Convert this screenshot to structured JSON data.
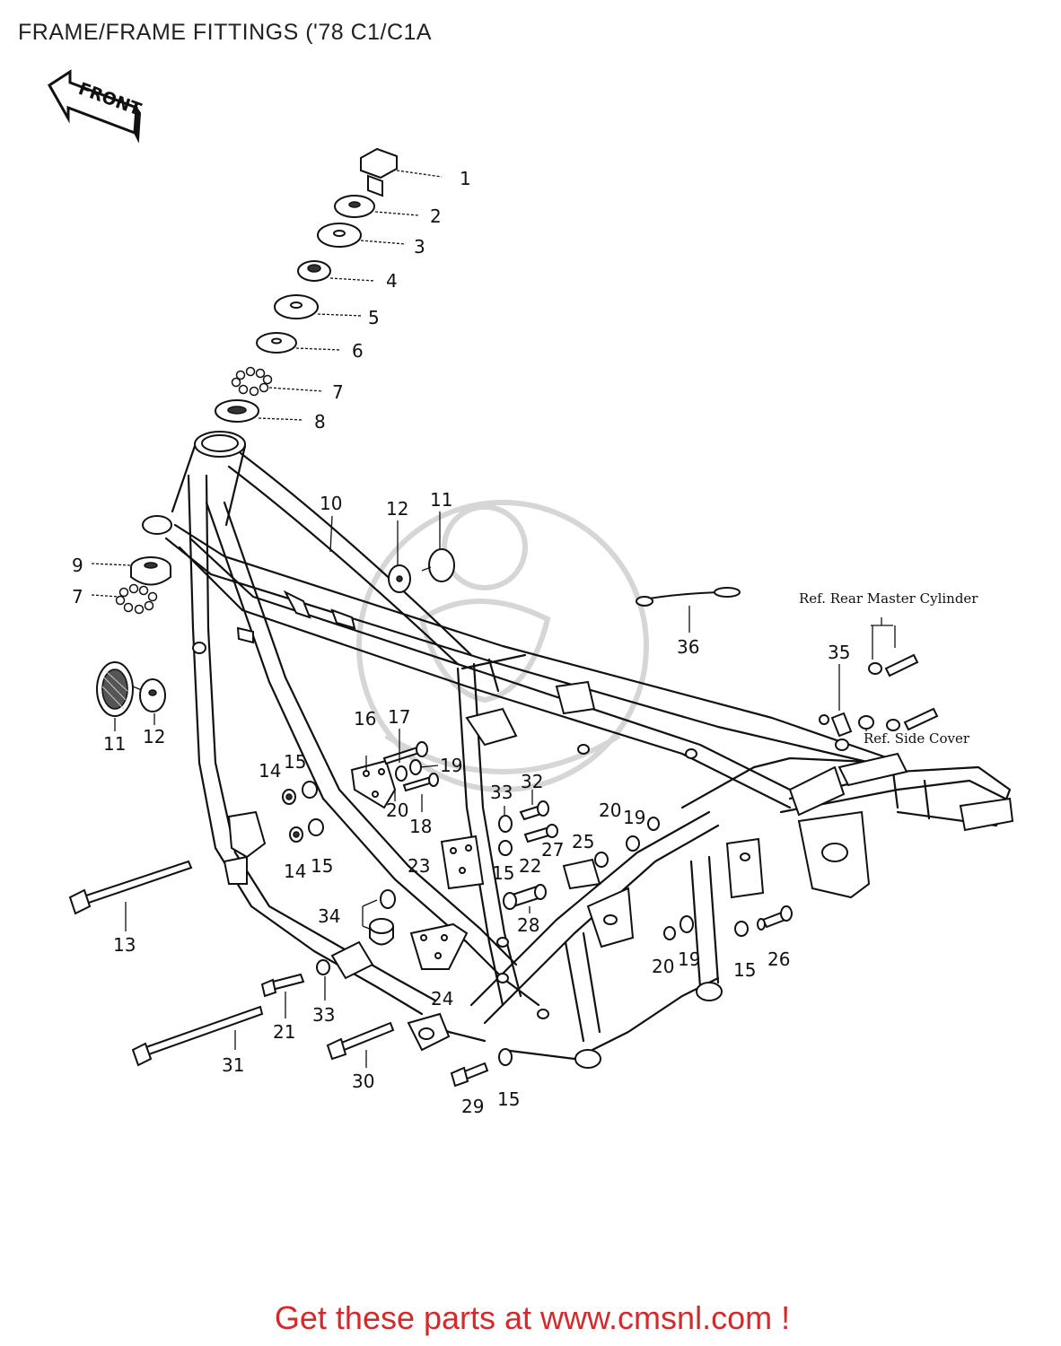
{
  "title": "FRAME/FRAME FITTINGS ('78 C1/C1A",
  "front_arrow_label": "FRONT",
  "references": {
    "rear_master_cylinder": "Ref. Rear Master Cylinder",
    "side_cover": "Ref. Side Cover"
  },
  "callouts": {
    "c1": "1",
    "c2": "2",
    "c3": "3",
    "c4": "4",
    "c5": "5",
    "c6": "6",
    "c7a": "7",
    "c8": "8",
    "c9": "9",
    "c7b": "7",
    "c10": "10",
    "c12a": "12",
    "c11a": "11",
    "c11b": "11",
    "c12b": "12",
    "c36": "36",
    "c35": "35",
    "c16": "16",
    "c17": "17",
    "c19a": "19",
    "c14a": "14",
    "c15a": "15",
    "c20a": "20",
    "c18": "18",
    "c33a": "33",
    "c32": "32",
    "c14b": "14",
    "c15b": "15",
    "c20b": "20",
    "c19b": "19",
    "c25": "25",
    "c27": "27",
    "c23": "23",
    "c15c": "15",
    "c22": "22",
    "c13": "13",
    "c34": "34",
    "c28": "28",
    "c26": "26",
    "c20c": "20",
    "c19c": "19",
    "c15d": "15",
    "c24": "24",
    "c33b": "33",
    "c21": "21",
    "c31": "31",
    "c30": "30",
    "c29": "29",
    "c15e": "15"
  },
  "footer_text": "Get these parts at www.cmsnl.com !",
  "colors": {
    "footer": "#d42a2a",
    "ink": "#111111"
  }
}
